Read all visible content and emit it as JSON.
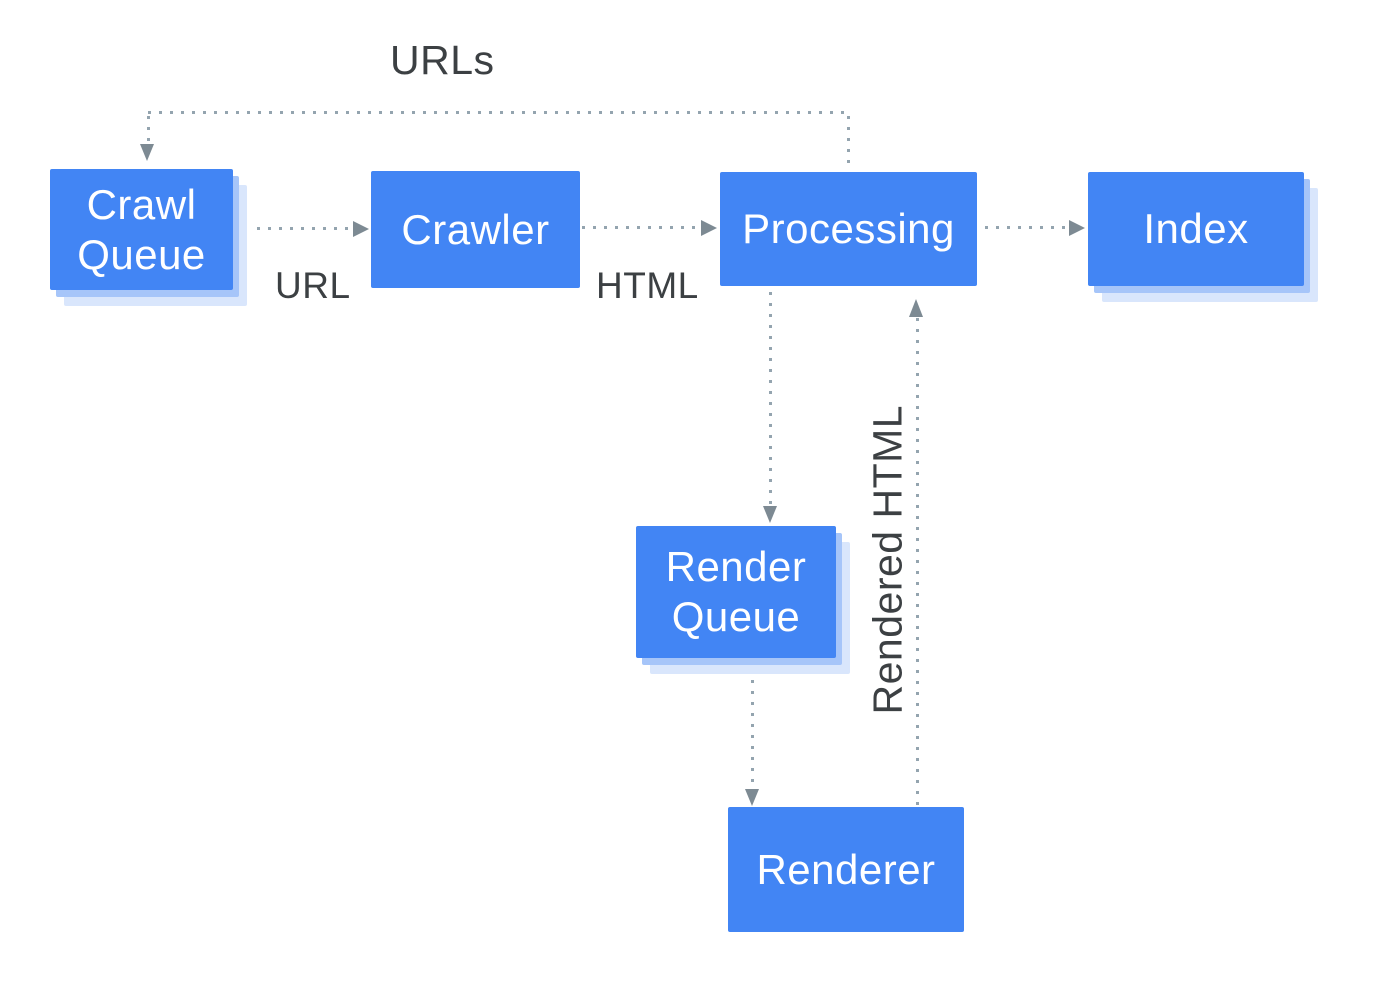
{
  "diagram": {
    "nodes": {
      "crawl_queue": {
        "label": "Crawl Queue",
        "stacked": true
      },
      "crawler": {
        "label": "Crawler",
        "stacked": false
      },
      "processing": {
        "label": "Processing",
        "stacked": false
      },
      "index": {
        "label": "Index",
        "stacked": true
      },
      "render_queue": {
        "label": "Render Queue",
        "stacked": true
      },
      "renderer": {
        "label": "Renderer",
        "stacked": false
      }
    },
    "edge_labels": {
      "urls": "URLs",
      "url": "URL",
      "html": "HTML",
      "rendered_html": "Rendered HTML"
    },
    "edges": [
      {
        "from": "processing",
        "to": "crawl_queue",
        "label": "URLs",
        "style": "dotted"
      },
      {
        "from": "crawl_queue",
        "to": "crawler",
        "label": "URL",
        "style": "dotted"
      },
      {
        "from": "crawler",
        "to": "processing",
        "label": "HTML",
        "style": "dotted"
      },
      {
        "from": "processing",
        "to": "index",
        "label": "",
        "style": "dotted"
      },
      {
        "from": "processing",
        "to": "render_queue",
        "label": "",
        "style": "dotted"
      },
      {
        "from": "render_queue",
        "to": "renderer",
        "label": "",
        "style": "dotted"
      },
      {
        "from": "renderer",
        "to": "processing",
        "label": "Rendered HTML",
        "style": "dotted"
      }
    ]
  },
  "colors": {
    "background": "#ffffff",
    "node_fill": "#4285f4",
    "node_text": "#ffffff",
    "stack_shadow_mid": "#a6c5f9",
    "stack_shadow_light": "#d9e6fc",
    "label_text": "#3c4043",
    "dot": "#94a4af",
    "arrowhead": "#7d8a93"
  }
}
